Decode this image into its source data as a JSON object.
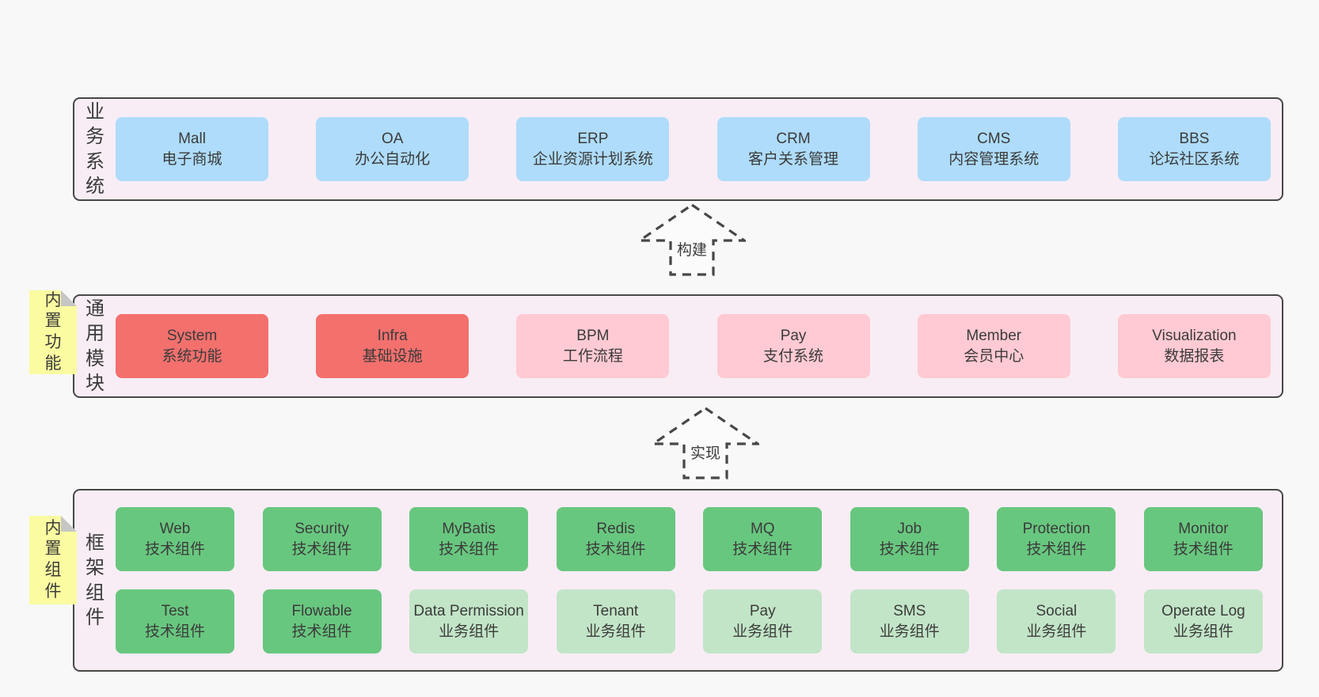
{
  "colors": {
    "page-bg": "#f8f8f8",
    "band-bg": "#f8edf5",
    "line": "#474747",
    "text": "#3b3b3b",
    "blue": "#aedcfa",
    "red": "#f3706d",
    "pink": "#ffcad3",
    "green": "#68c77f",
    "green-light": "#c2e5c7",
    "sticky": "#fbfba1",
    "fold": "#c6c6c6"
  },
  "bands": [
    {
      "label": "业务系统",
      "boxes": [
        {
          "name": "Mall",
          "desc": "电子商城"
        },
        {
          "name": "OA",
          "desc": "办公自动化"
        },
        {
          "name": "ERP",
          "desc": "企业资源计划系统"
        },
        {
          "name": "CRM",
          "desc": "客户关系管理"
        },
        {
          "name": "CMS",
          "desc": "内容管理系统"
        },
        {
          "name": "BBS",
          "desc": "论坛社区系统"
        }
      ]
    },
    {
      "label": "通用模块",
      "sticky": "内置功能",
      "boxes": [
        {
          "name": "System",
          "desc": "系统功能"
        },
        {
          "name": "Infra",
          "desc": "基础设施"
        },
        {
          "name": "BPM",
          "desc": "工作流程"
        },
        {
          "name": "Pay",
          "desc": "支付系统"
        },
        {
          "name": "Member",
          "desc": "会员中心"
        },
        {
          "name": "Visualization",
          "desc": "数据报表"
        }
      ]
    },
    {
      "label": "框架组件",
      "sticky": "内置组件",
      "rows": [
        [
          {
            "name": "Web",
            "desc": "技术组件"
          },
          {
            "name": "Security",
            "desc": "技术组件"
          },
          {
            "name": "MyBatis",
            "desc": "技术组件"
          },
          {
            "name": "Redis",
            "desc": "技术组件"
          },
          {
            "name": "MQ",
            "desc": "技术组件"
          },
          {
            "name": "Job",
            "desc": "技术组件"
          },
          {
            "name": "Protection",
            "desc": "技术组件"
          },
          {
            "name": "Monitor",
            "desc": "技术组件"
          }
        ],
        [
          {
            "name": "Test",
            "desc": "技术组件"
          },
          {
            "name": "Flowable",
            "desc": "技术组件"
          },
          {
            "name": "Data Permission",
            "desc": "业务组件"
          },
          {
            "name": "Tenant",
            "desc": "业务组件"
          },
          {
            "name": "Pay",
            "desc": "业务组件"
          },
          {
            "name": "SMS",
            "desc": "业务组件"
          },
          {
            "name": "Social",
            "desc": "业务组件"
          },
          {
            "name": "Operate Log",
            "desc": "业务组件"
          }
        ]
      ]
    }
  ],
  "arrows": [
    {
      "label": "构建"
    },
    {
      "label": "实现"
    }
  ]
}
